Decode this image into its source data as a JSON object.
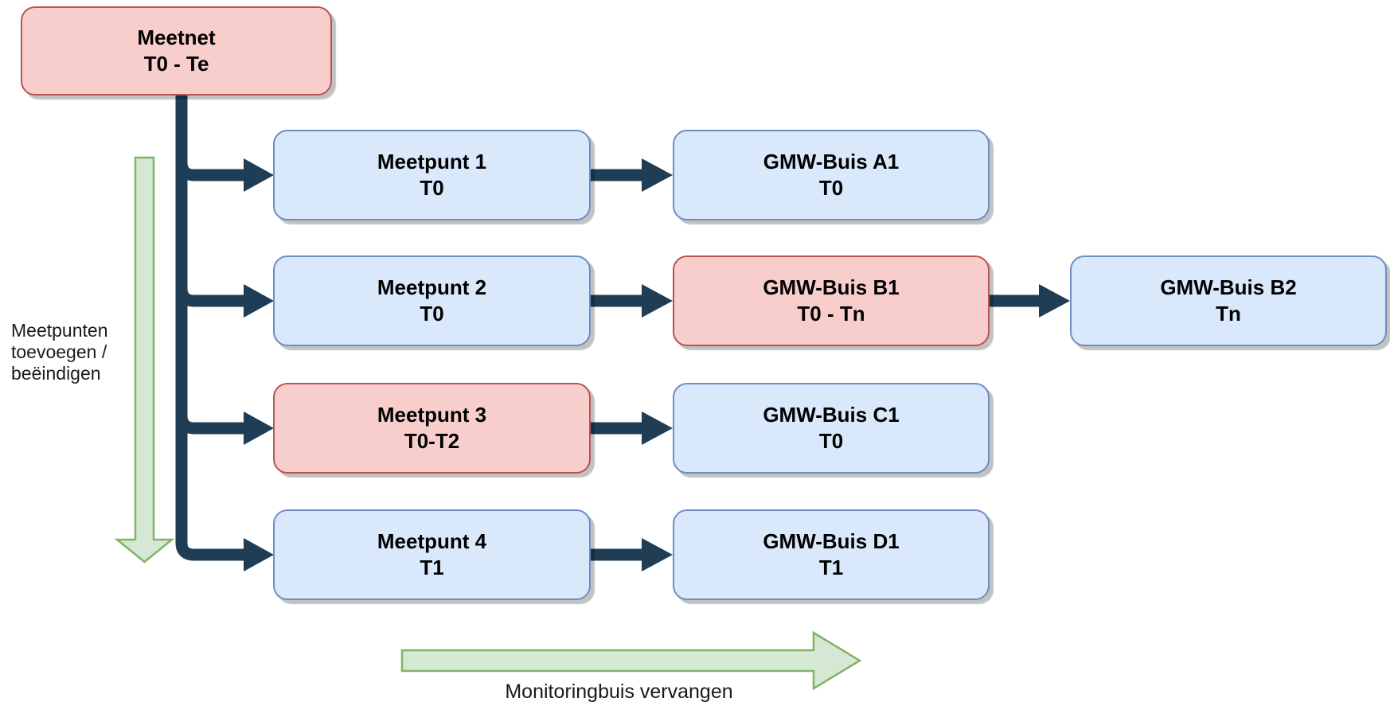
{
  "nodes": {
    "meetnet": {
      "title": "Meetnet",
      "subtitle": "T0 - Te"
    },
    "meetpunt1": {
      "title": "Meetpunt 1",
      "subtitle": "T0"
    },
    "meetpunt2": {
      "title": "Meetpunt 2",
      "subtitle": "T0"
    },
    "meetpunt3": {
      "title": "Meetpunt 3",
      "subtitle": "T0-T2"
    },
    "meetpunt4": {
      "title": "Meetpunt 4",
      "subtitle": "T1"
    },
    "buis_a1": {
      "title": "GMW-Buis A1",
      "subtitle": "T0"
    },
    "buis_b1": {
      "title": "GMW-Buis B1",
      "subtitle": "T0 - Tn"
    },
    "buis_c1": {
      "title": "GMW-Buis C1",
      "subtitle": "T0"
    },
    "buis_d1": {
      "title": "GMW-Buis D1",
      "subtitle": "T1"
    },
    "buis_b2": {
      "title": "GMW-Buis B2",
      "subtitle": "Tn"
    }
  },
  "annotations": {
    "left_label_lines": [
      "Meetpunten",
      "toevoegen /",
      "beëindigen"
    ],
    "bottom_label": "Monitoringbuis vervangen"
  },
  "colors": {
    "box_red_fill": "#f8cecc",
    "box_red_stroke": "#b85450",
    "box_blue_fill": "#dae8fc",
    "box_blue_stroke": "#6c8ebf",
    "arrow_green_fill": "#d5e8d4",
    "arrow_green_stroke": "#82b366",
    "connector": "#1f3e56"
  }
}
